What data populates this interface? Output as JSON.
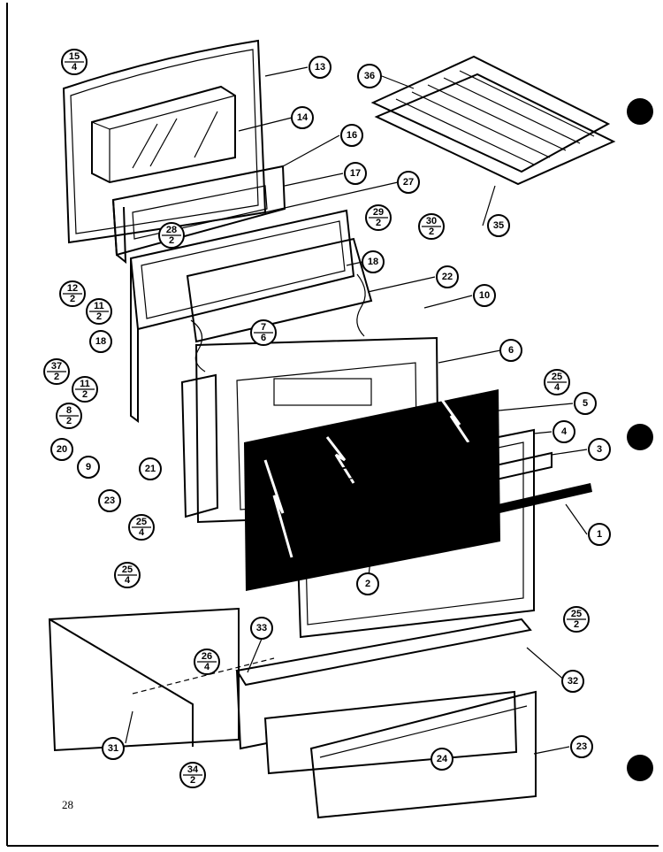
{
  "page_number": "28",
  "callouts": [
    {
      "id": "c-15-4",
      "top": "15",
      "bottom": "4"
    },
    {
      "id": "c-13",
      "label": "13"
    },
    {
      "id": "c-14",
      "label": "14"
    },
    {
      "id": "c-16",
      "label": "16"
    },
    {
      "id": "c-17",
      "label": "17"
    },
    {
      "id": "c-27",
      "label": "27"
    },
    {
      "id": "c-28-2",
      "top": "28",
      "bottom": "2"
    },
    {
      "id": "c-29-2",
      "top": "29",
      "bottom": "2"
    },
    {
      "id": "c-30-2",
      "top": "30",
      "bottom": "2"
    },
    {
      "id": "c-36",
      "label": "36"
    },
    {
      "id": "c-35",
      "label": "35"
    },
    {
      "id": "c-18a",
      "label": "18"
    },
    {
      "id": "c-22",
      "label": "22"
    },
    {
      "id": "c-10",
      "label": "10"
    },
    {
      "id": "c-12-2",
      "top": "12",
      "bottom": "2"
    },
    {
      "id": "c-11-2a",
      "top": "11",
      "bottom": "2"
    },
    {
      "id": "c-18b",
      "label": "18"
    },
    {
      "id": "c-7-6",
      "top": "7",
      "bottom": "6"
    },
    {
      "id": "c-6",
      "label": "6"
    },
    {
      "id": "c-37-2",
      "top": "37",
      "bottom": "2"
    },
    {
      "id": "c-11-2b",
      "top": "11",
      "bottom": "2"
    },
    {
      "id": "c-25-4a",
      "top": "25",
      "bottom": "4"
    },
    {
      "id": "c-5",
      "label": "5"
    },
    {
      "id": "c-8-2",
      "top": "8",
      "bottom": "2"
    },
    {
      "id": "c-4",
      "label": "4"
    },
    {
      "id": "c-20",
      "label": "20"
    },
    {
      "id": "c-9",
      "label": "9"
    },
    {
      "id": "c-21",
      "label": "21"
    },
    {
      "id": "c-3",
      "label": "3"
    },
    {
      "id": "c-23a",
      "label": "23"
    },
    {
      "id": "c-25-4b",
      "top": "25",
      "bottom": "4"
    },
    {
      "id": "c-1",
      "label": "1"
    },
    {
      "id": "c-25-4c",
      "top": "25",
      "bottom": "4"
    },
    {
      "id": "c-2",
      "label": "2"
    },
    {
      "id": "c-25-2",
      "top": "25",
      "bottom": "2"
    },
    {
      "id": "c-33",
      "label": "33"
    },
    {
      "id": "c-26-4",
      "top": "26",
      "bottom": "4"
    },
    {
      "id": "c-32",
      "label": "32"
    },
    {
      "id": "c-31",
      "label": "31"
    },
    {
      "id": "c-23b",
      "label": "23"
    },
    {
      "id": "c-24",
      "label": "24"
    },
    {
      "id": "c-34-2",
      "top": "34",
      "bottom": "2"
    }
  ]
}
